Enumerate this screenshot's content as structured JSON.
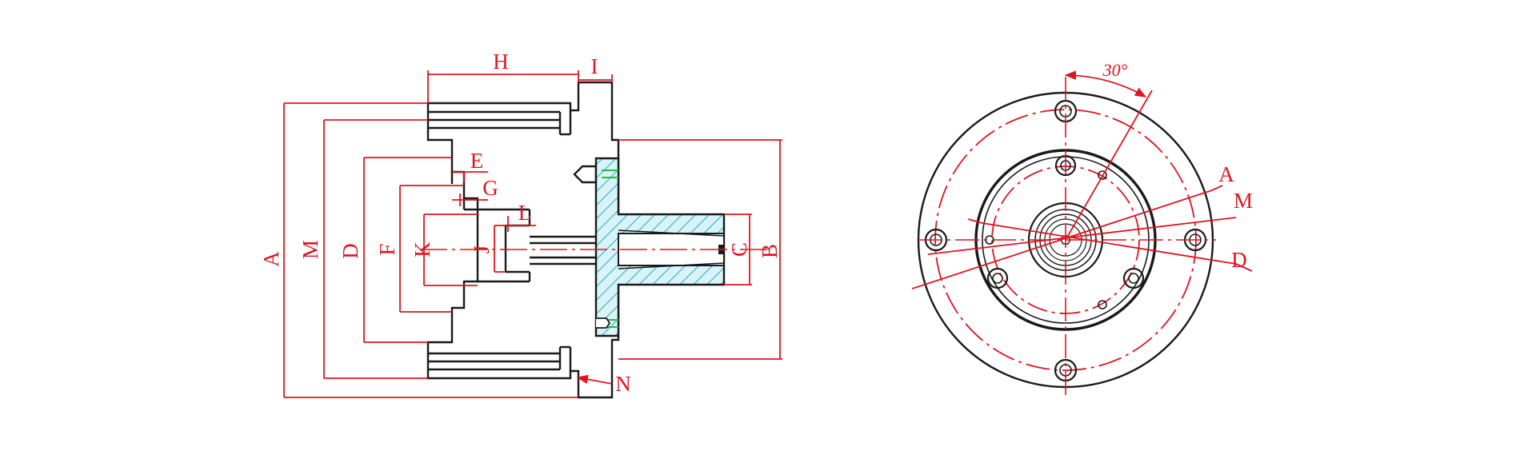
{
  "side_view": {
    "labels": {
      "A": "A",
      "M": "M",
      "D": "D",
      "F": "F",
      "K": "K",
      "J": "J",
      "H": "H",
      "I": "I",
      "E": "E",
      "G": "G",
      "L": "L",
      "N": "N",
      "B": "B",
      "C": "C"
    }
  },
  "front_view": {
    "angle_label": "30°",
    "labels": {
      "A": "A",
      "M": "M",
      "D": "D"
    }
  },
  "colors": {
    "outline": "#1a1a1a",
    "dimension": "#e0141e",
    "hatch": "#29b6cf",
    "hatch_fill": "#d9f3f7",
    "thread": "#20c040"
  }
}
